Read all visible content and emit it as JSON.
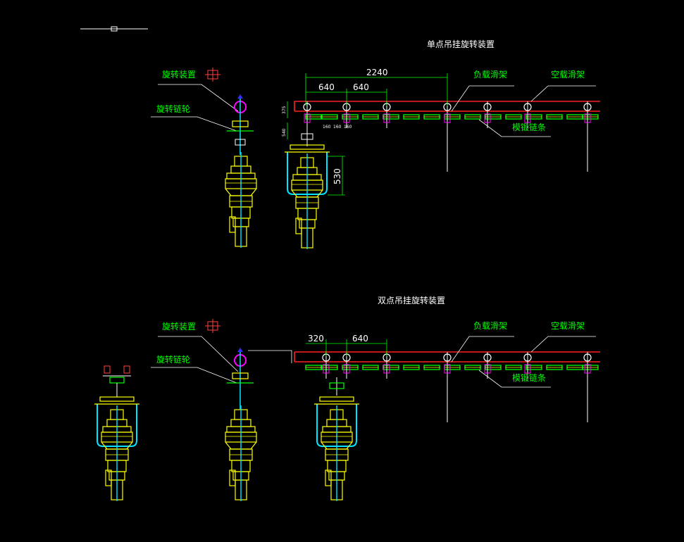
{
  "colors": {
    "background": "#000000",
    "annotation": "#00ff00",
    "text_white": "#ffffff",
    "rail": "#ff2020",
    "equipment": "#ffff00",
    "frame": "#00e5ff",
    "hook": "#ff00ff",
    "roller": "#c0c0c0"
  },
  "single": {
    "title": "单点吊挂旋转装置",
    "label_rotate_device": "旋转装置",
    "label_sprocket": "旋转链轮",
    "label_loaded_trolley": "负载滑架",
    "label_empty_trolley": "空载滑架",
    "label_chain": "模锻链条",
    "dim_total": "2240",
    "dim_pitch_a": "640",
    "dim_pitch_b": "640",
    "dim_height": "530",
    "dim_small_1": "160",
    "dim_small_2": "160",
    "dim_small_3": "160",
    "dim_vert_a": "375",
    "dim_vert_b": "540"
  },
  "double": {
    "title": "双点吊挂旋转装置",
    "label_rotate_device": "旋转装置",
    "label_sprocket": "旋转链轮",
    "label_loaded_trolley": "负载滑架",
    "label_empty_trolley": "空载滑架",
    "label_chain": "模锻链条",
    "dim_spacing": "320",
    "dim_pitch": "640"
  }
}
